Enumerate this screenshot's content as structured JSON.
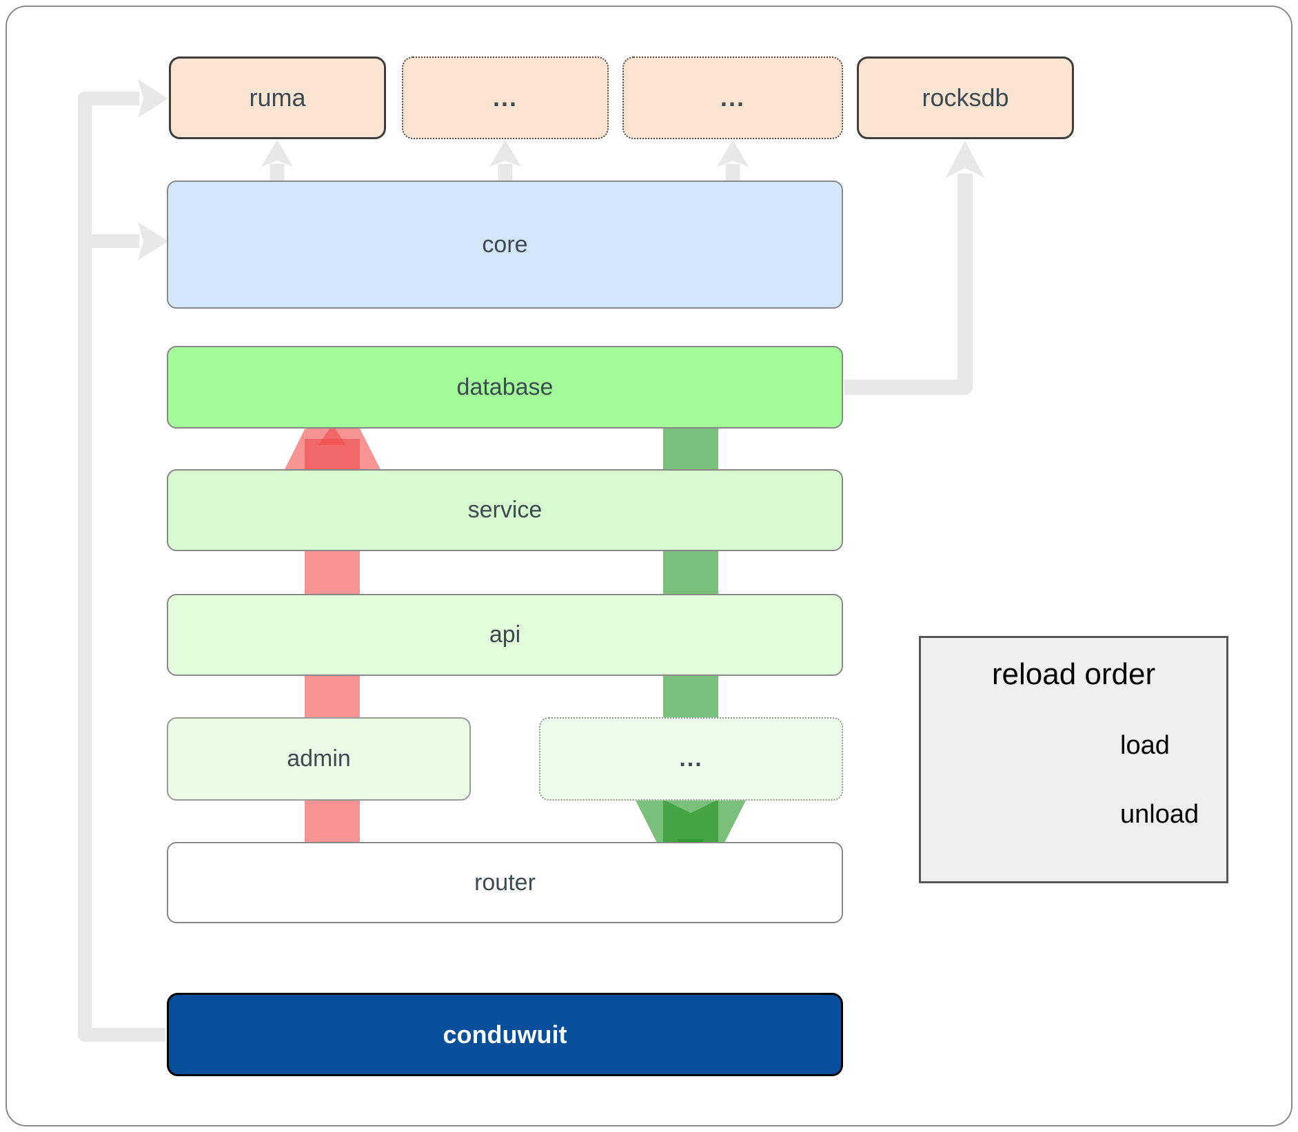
{
  "nodes": {
    "ruma": {
      "label": "ruma"
    },
    "dep1": {
      "label": "..."
    },
    "dep2": {
      "label": "..."
    },
    "rocksdb": {
      "label": "rocksdb"
    },
    "core": {
      "label": "core"
    },
    "database": {
      "label": "database"
    },
    "service": {
      "label": "service"
    },
    "api": {
      "label": "api"
    },
    "admin": {
      "label": "admin"
    },
    "dep3": {
      "label": "..."
    },
    "router": {
      "label": "router"
    },
    "conduwuit": {
      "label": "conduwuit"
    }
  },
  "legend": {
    "title": "reload order",
    "load_label": "load",
    "unload_label": "unload"
  },
  "colors": {
    "peach_fill": "#fbe4d2",
    "core_blue": "#d4e6fa",
    "database_green": "#a2fa99",
    "service_green": "#d7fad0",
    "api_green": "#e2fbdb",
    "admin_green": "#eafce6",
    "dep3_green": "#edfdeb",
    "router_fill": "#ffffff",
    "conduwuit_blue": "#084f9b",
    "legend_fill": "#efefef",
    "connector_gray": "#e8e8e8",
    "load_arrow": "#229422",
    "unload_arrow": "#f04b4b",
    "label_color": "#3d4a52"
  }
}
